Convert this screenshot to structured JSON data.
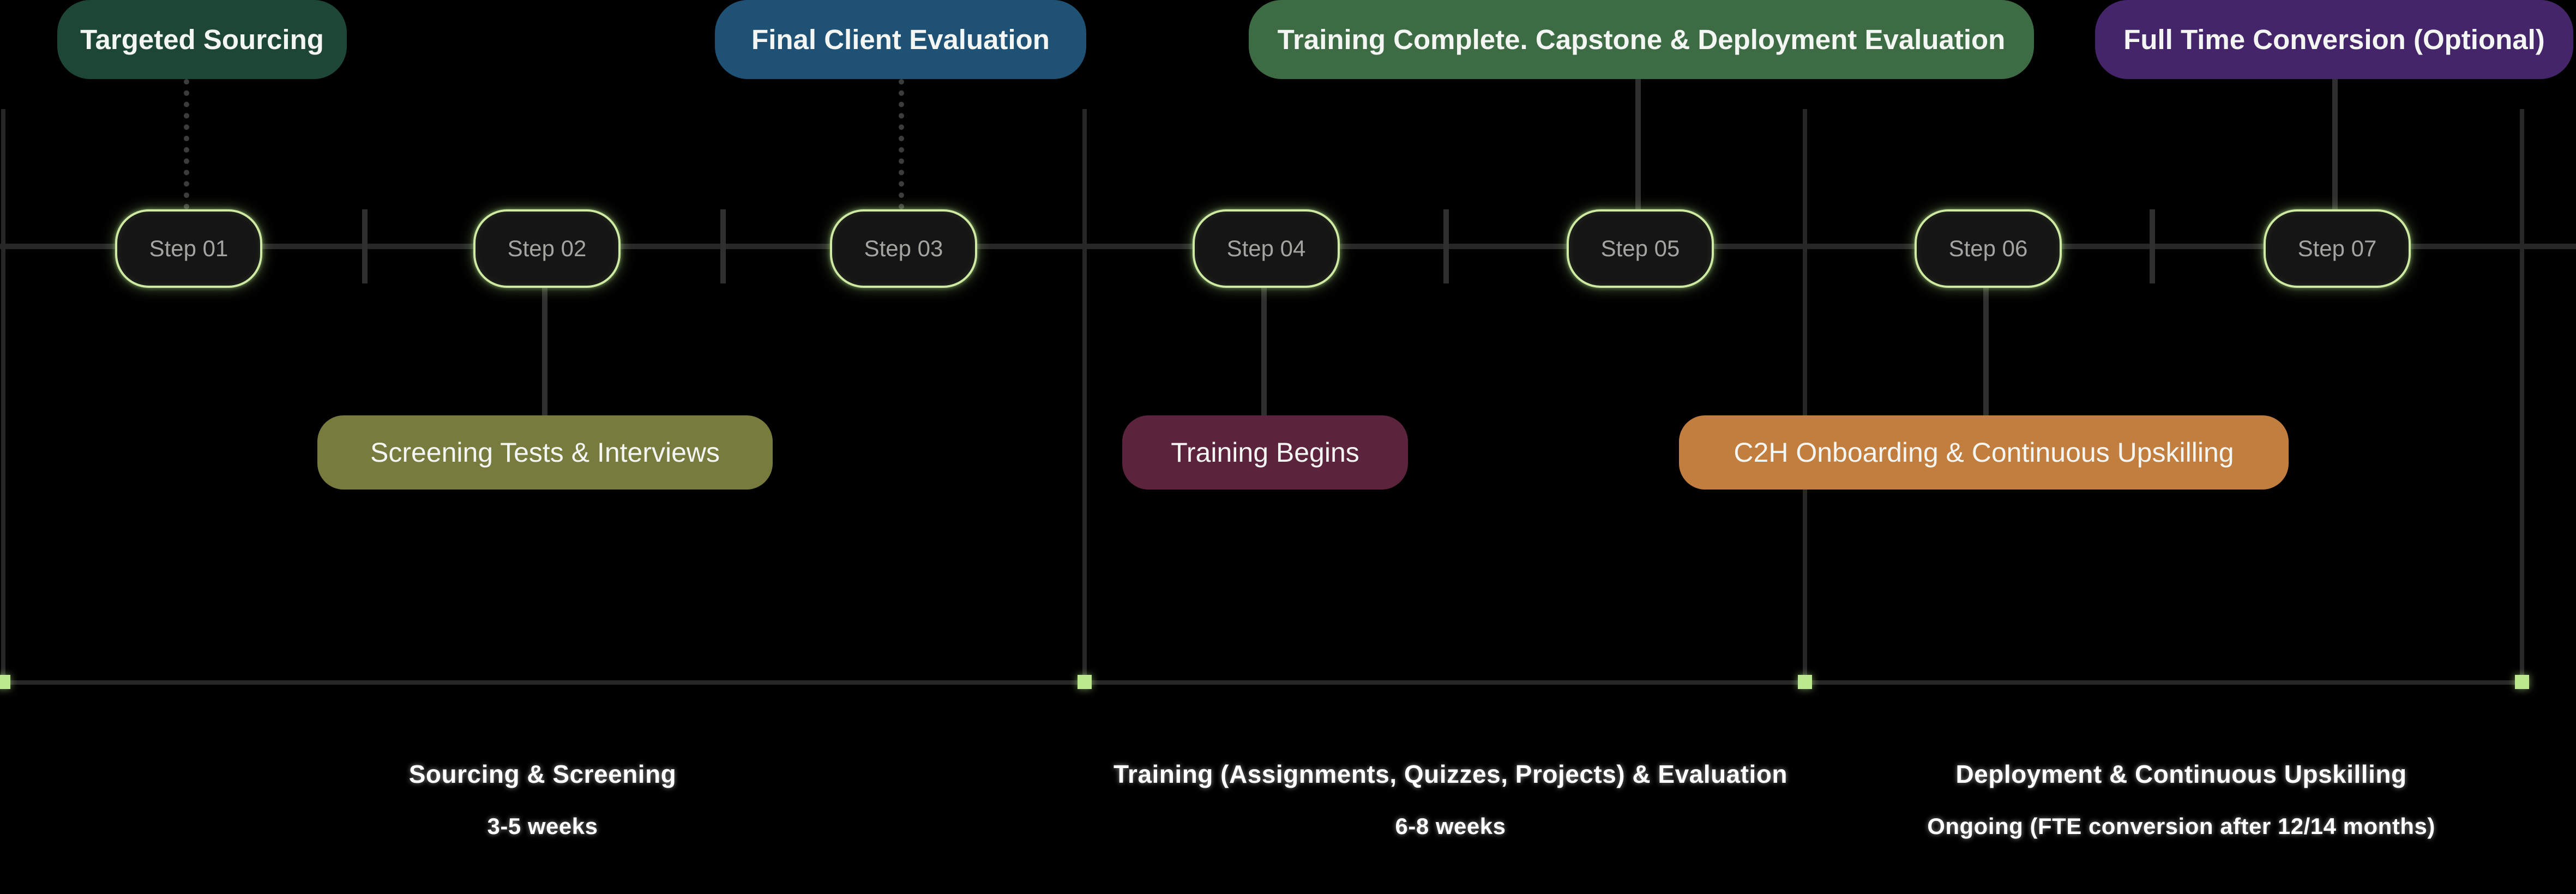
{
  "colors": {
    "accent": "#bce98e",
    "line": "#272727",
    "line2": "#2f2f2f",
    "step_bg": "#151515",
    "step_border": "#cfeaa2",
    "step_text": "#a2a5a0",
    "background": "#000000"
  },
  "top_labels": [
    {
      "label": "Targeted Sourcing",
      "color": "#1d4636"
    },
    {
      "label": "Final Client Evaluation",
      "color": "#1f5174"
    },
    {
      "label": "Training Complete. Capstone & Deployment Evaluation",
      "color": "#3d6c44"
    },
    {
      "label": "Full Time Conversion (Optional)",
      "color": "#452569"
    }
  ],
  "steps": [
    {
      "label": "Step 01"
    },
    {
      "label": "Step 02"
    },
    {
      "label": "Step 03"
    },
    {
      "label": "Step 04"
    },
    {
      "label": "Step 05"
    },
    {
      "label": "Step 06"
    },
    {
      "label": "Step 07"
    }
  ],
  "bottom_labels": [
    {
      "label": "Screening Tests & Interviews",
      "color": "#787b3e"
    },
    {
      "label": "Training Begins",
      "color": "#5c233c"
    },
    {
      "label": "C2H Onboarding & Continuous Upskilling",
      "color": "#c27e3e"
    }
  ],
  "phases": [
    {
      "title": "Sourcing & Screening",
      "duration": "3-5 weeks"
    },
    {
      "title": "Training (Assignments, Quizzes, Projects) & Evaluation",
      "duration": "6-8 weeks"
    },
    {
      "title": "Deployment & Continuous Upskilling",
      "duration": "Ongoing (FTE conversion after 12/14 months)"
    }
  ]
}
